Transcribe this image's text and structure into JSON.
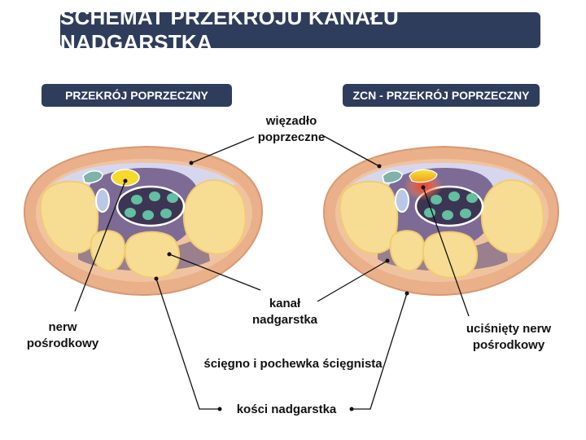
{
  "title": "SCHEMAT PRZEKROJU KANAŁU NADGARSTKA",
  "panels": {
    "left": {
      "title": "PRZEKRÓJ POPRZECZNY"
    },
    "right": {
      "title": "ZCN - PRZEKRÓJ POPRZECZNY"
    }
  },
  "labels": {
    "ligament": [
      "więzadło",
      "poprzeczne"
    ],
    "nerve": [
      "nerw",
      "pośrodkowy"
    ],
    "canal": [
      "kanał",
      "nadgarstka"
    ],
    "compressed": [
      "uciśnięty nerw",
      "pośrodkowy"
    ],
    "tendon": "ścięgno i pochewka ścięgnista",
    "bones": "kości nadgarstka"
  },
  "colors": {
    "header_bg": "#2f3d5c",
    "skin": "#eab089",
    "bone": "#f7dd94",
    "canal": "#7d6b96",
    "tendon": "#62bfa0",
    "nerve": "#f6d92a",
    "compression": "#ee5138"
  }
}
